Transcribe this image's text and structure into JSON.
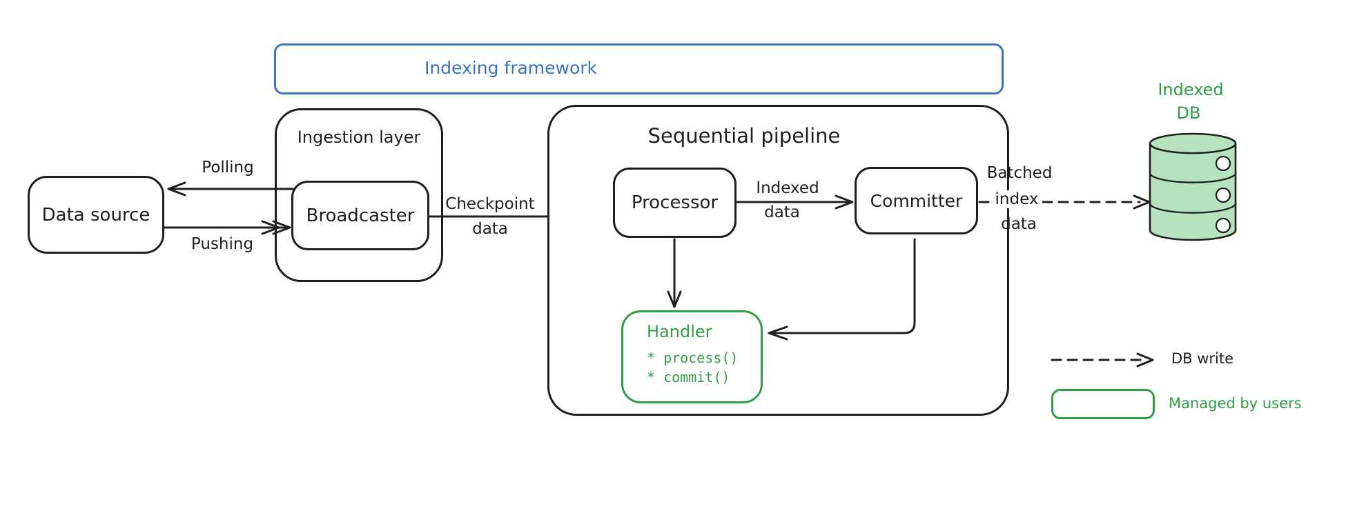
{
  "colors": {
    "ink": "#1e1e1e",
    "blue": "#3b74bd",
    "green": "#2f9e44",
    "green_fill": "#b6e3bd"
  },
  "framework": {
    "title": "Indexing framework"
  },
  "data_source": {
    "label": "Data source"
  },
  "ingestion": {
    "title": "Ingestion layer",
    "broadcaster": "Broadcaster"
  },
  "arrows": {
    "polling": "Polling",
    "pushing": "Pushing",
    "checkpoint": [
      "Checkpoint",
      "data"
    ],
    "indexed": [
      "Indexed",
      "data"
    ],
    "batched": [
      "Batched",
      "index",
      "data"
    ]
  },
  "pipeline": {
    "title": "Sequential pipeline",
    "processor": "Processor",
    "committer": "Committer",
    "handler": {
      "title": "Handler",
      "items": [
        "* process()",
        "* commit()"
      ]
    }
  },
  "db": {
    "label": [
      "Indexed",
      "DB"
    ]
  },
  "legend": {
    "db_write": "DB write",
    "managed": "Managed by users"
  }
}
